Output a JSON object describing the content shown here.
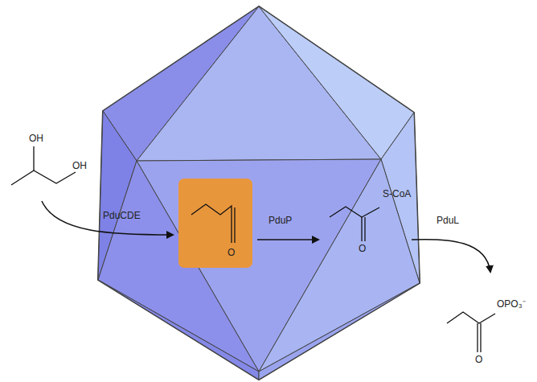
{
  "diagram": {
    "nodes": [
      {
        "text": [
          "O"
        ]
      }
    ],
    "labels": [
      "OH",
      "OH",
      "PduCDE",
      "PduP",
      "S-CoA",
      "O",
      "PduL",
      "OPO₃⁻",
      "O"
    ]
  }
}
